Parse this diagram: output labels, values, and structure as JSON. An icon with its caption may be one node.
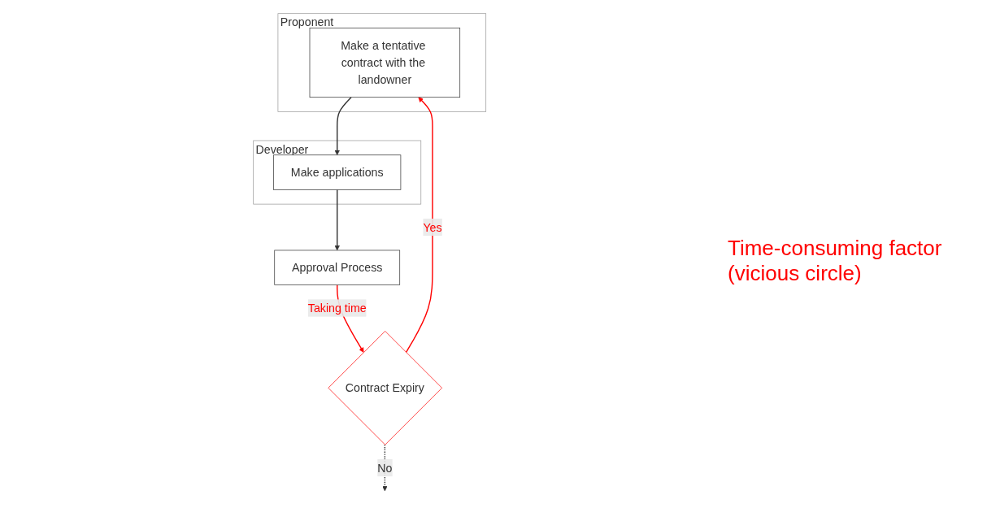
{
  "diagram": {
    "nodes": [
      {
        "text": [
          "Proponent"
        ]
      },
      {
        "text": [
          "Make a tentative contract with the landowner"
        ],
        "in": 0
      },
      {
        "text": [
          "Developer"
        ]
      },
      {
        "text": [
          "Make applications"
        ],
        "in": 2
      },
      {
        "text": [
          "Approval Process"
        ]
      },
      {
        "text": [
          "Contract Expiry"
        ]
      }
    ],
    "edges": [
      {
        "from": 1,
        "to": 3,
        "arrow": "to"
      },
      {
        "from": 3,
        "to": 4,
        "arrow": "to"
      },
      {
        "from": 4,
        "to": 5,
        "arrow": "to",
        "label": "Taking time",
        "color": "#ff0000"
      },
      {
        "from": 5,
        "to": 1,
        "arrow": "to",
        "label": "Yes",
        "color": "#ff0000"
      },
      {
        "from": 5,
        "to": null,
        "arrow": "to",
        "label": "No",
        "style": "dashed"
      }
    ],
    "labels": [
      "Time-consuming factor (vicious circle)"
    ]
  }
}
